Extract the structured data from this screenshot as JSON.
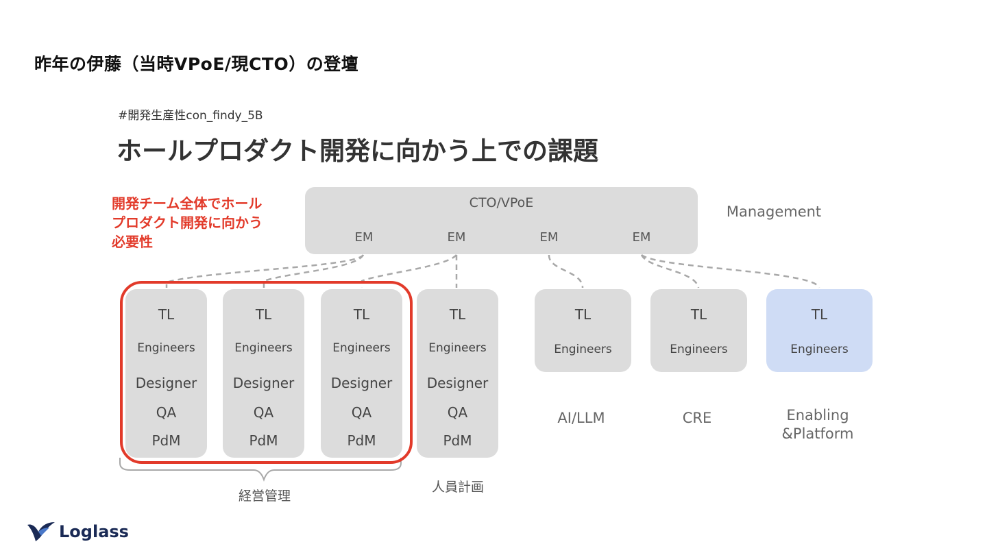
{
  "slide_title": "昨年の伊藤（当時VPoE/現CTO）の登壇",
  "embedded_slide": {
    "hashtag": "#開発生産性con_findy_5B",
    "heading": "ホールプロダクト開発に向かう上での課題",
    "callout_lines": [
      "開発チーム全体でホール",
      "プロダクト開発に向かう",
      "必要性"
    ],
    "management": {
      "title": "CTO/VPoE",
      "ems": [
        "EM",
        "EM",
        "EM",
        "EM"
      ],
      "label": "Management"
    },
    "teams": [
      {
        "roles": [
          "TL",
          "Engineers",
          "Designer",
          "QA",
          "PdM"
        ]
      },
      {
        "roles": [
          "TL",
          "Engineers",
          "Designer",
          "QA",
          "PdM"
        ]
      },
      {
        "roles": [
          "TL",
          "Engineers",
          "Designer",
          "QA",
          "PdM"
        ]
      },
      {
        "roles": [
          "TL",
          "Engineers",
          "Designer",
          "QA",
          "PdM"
        ]
      },
      {
        "roles": [
          "TL",
          "Engineers"
        ],
        "label": "AI/LLM"
      },
      {
        "roles": [
          "TL",
          "Engineers"
        ],
        "label": "CRE"
      },
      {
        "roles": [
          "TL",
          "Engineers"
        ],
        "label_lines": [
          "Enabling",
          "&Platform"
        ],
        "highlight_color": "#cfdcf5"
      }
    ],
    "group_labels": {
      "bracket": "経営管理",
      "fourth": "人員計画"
    },
    "highlight_frame_color": "#e23a2a"
  },
  "logo": {
    "text": "Loglass",
    "icon": "bird-icon"
  }
}
